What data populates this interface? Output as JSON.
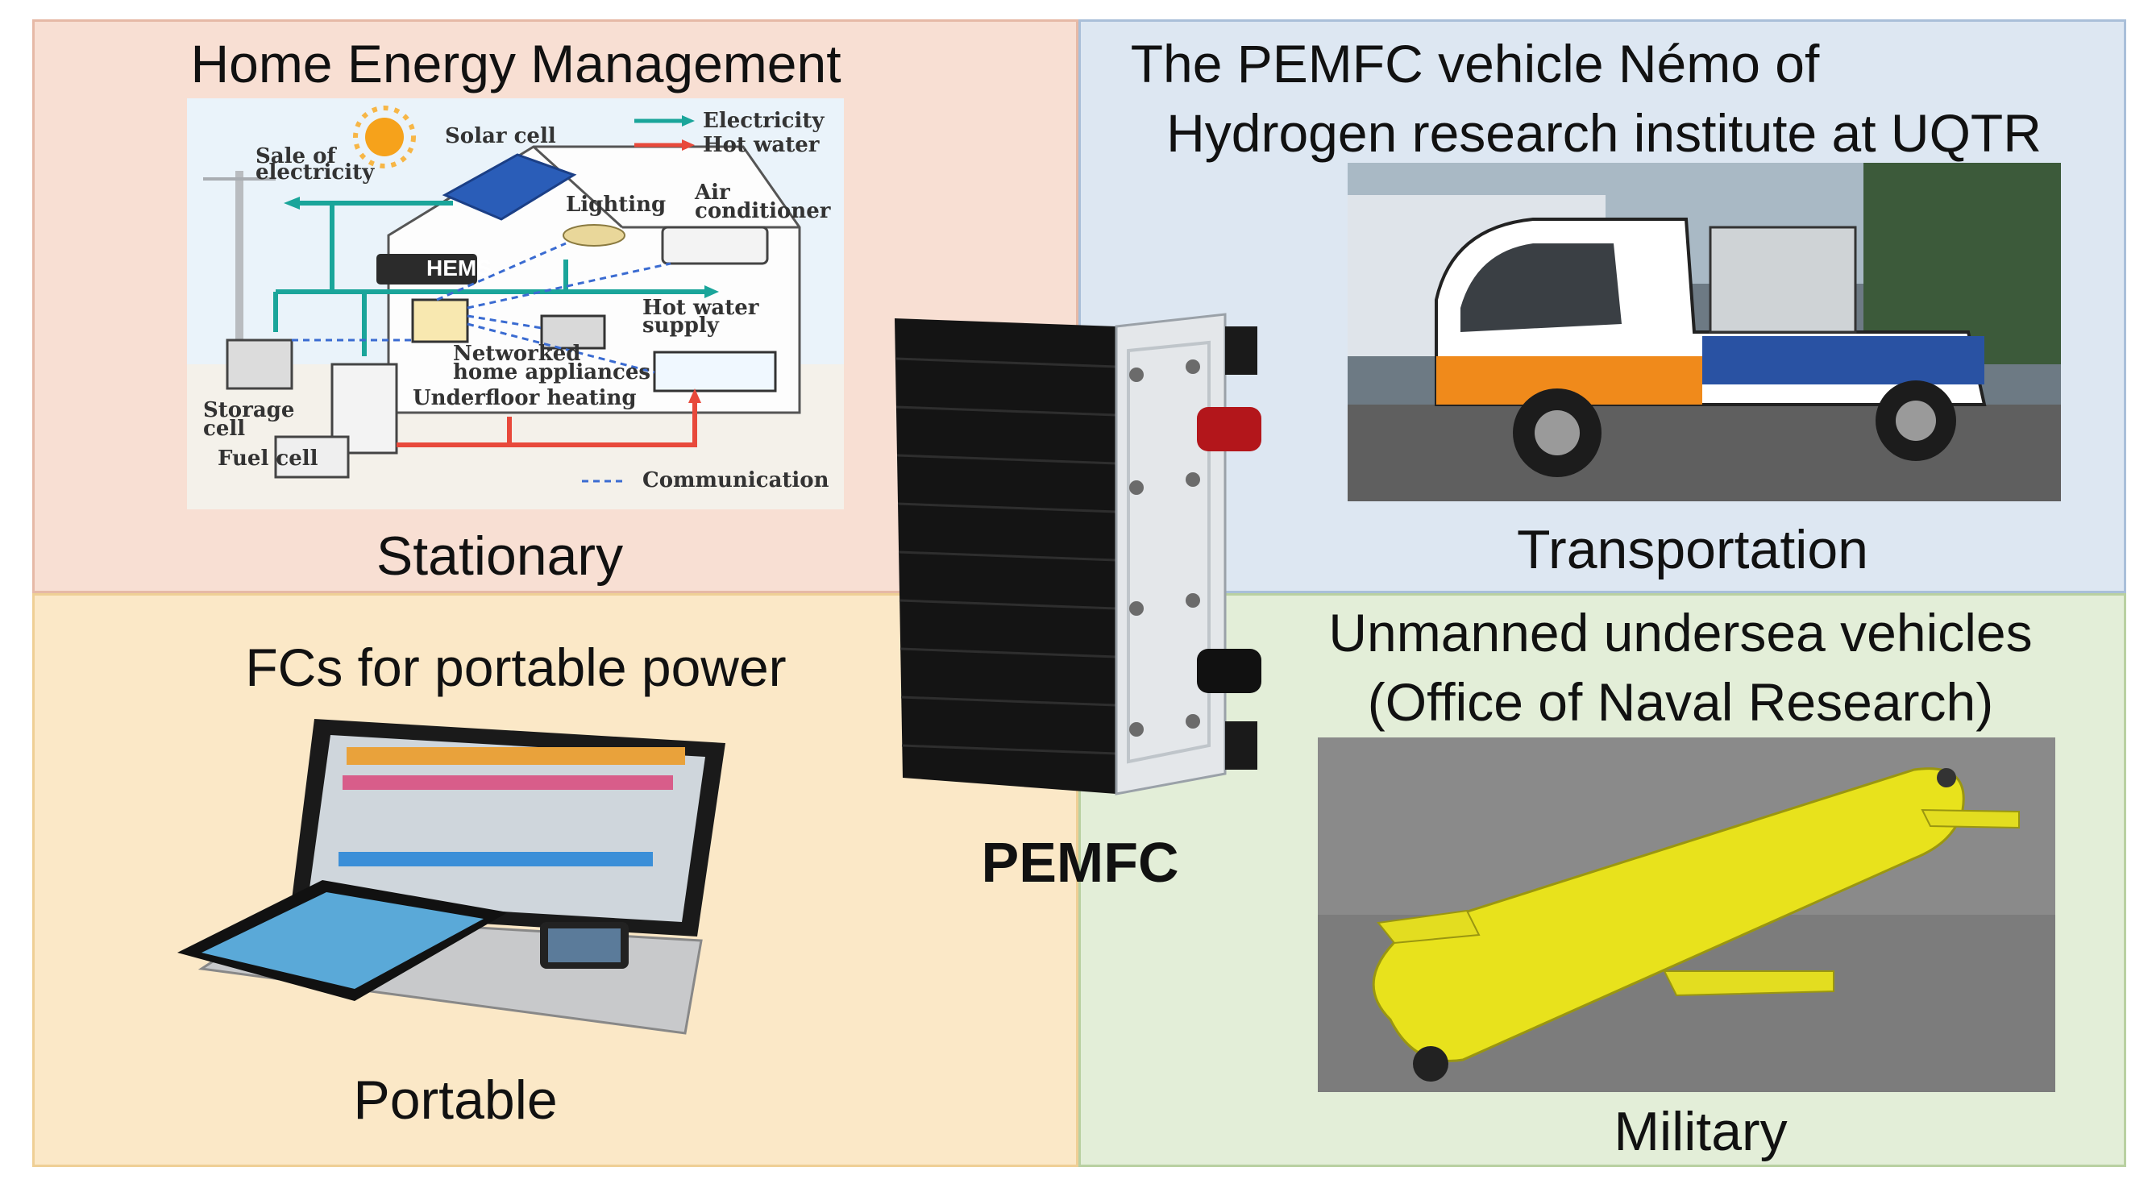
{
  "quadrants": {
    "stationary": {
      "title": "Home Energy Management",
      "caption": "Stationary",
      "diagram_labels": {
        "solar": "Solar cell",
        "sale": "Sale of",
        "sale2": "electricity",
        "electricity": "Electricity",
        "hot_water": "Hot water",
        "lighting": "Lighting",
        "air": "Air",
        "air2": "conditioner",
        "hems": "HEMS",
        "hot_supply": "Hot water",
        "hot_supply2": "supply",
        "networked": "Networked",
        "networked2": "home appliances",
        "underfloor": "Underfloor heating",
        "storage": "Storage",
        "storage2": "cell",
        "fuel": "Fuel cell",
        "communication": "Communication"
      }
    },
    "transportation": {
      "title_line1": "The PEMFC vehicle Némo of",
      "title_line2": "Hydrogen research institute at UQTR",
      "caption": "Transportation"
    },
    "portable": {
      "title": "FCs for portable power",
      "caption": "Portable"
    },
    "military": {
      "title_line1": "Unmanned undersea vehicles",
      "title_line2": "(Office of Naval Research)",
      "caption": "Military"
    }
  },
  "center": {
    "label": "PEMFC"
  },
  "colors": {
    "stationary_bg": "#f8dfd3",
    "transportation_bg": "#dde7f2",
    "portable_bg": "#fbe8c7",
    "military_bg": "#e3eed8",
    "electricity_arrow": "#1aa59a",
    "hot_water_arrow": "#e8493b",
    "uuv_yellow": "#e8e21c"
  }
}
